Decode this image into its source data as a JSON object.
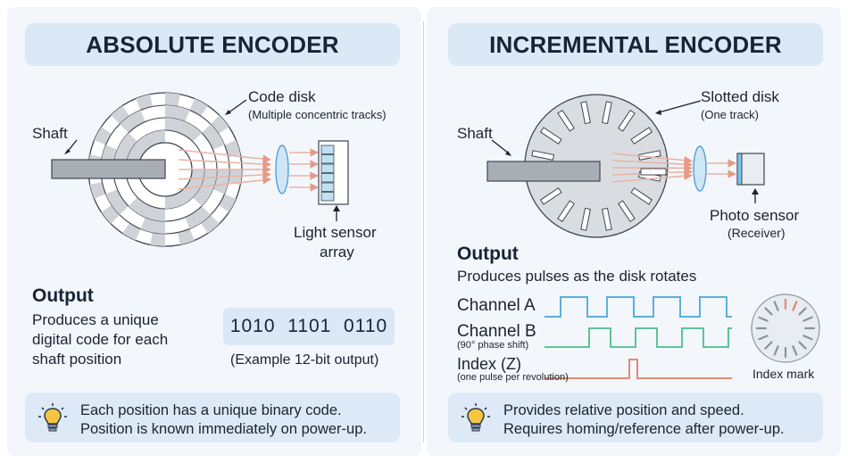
{
  "absolute": {
    "title": "ABSOLUTE ENCODER",
    "shaft_label": "Shaft",
    "disk_label": "Code disk",
    "disk_sub": "(Multiple concentric tracks)",
    "sensor_label_1": "Light sensor",
    "sensor_label_2": "array",
    "output_heading": "Output",
    "output_line_1": "Produces a unique",
    "output_line_2": "digital code for each",
    "output_line_3": "shaft position",
    "code_value": "1010  1101  0110",
    "code_caption": "(Example 12-bit output)",
    "note_line_1": "Each position has a unique binary code.",
    "note_line_2": "Position is known immediately on power-up."
  },
  "incremental": {
    "title": "INCREMENTAL ENCODER",
    "shaft_label": "Shaft",
    "disk_label": "Slotted disk",
    "disk_sub": "(One track)",
    "sensor_label": "Photo sensor",
    "sensor_sub": "(Receiver)",
    "output_heading": "Output",
    "output_sub": "Produces pulses as the disk rotates",
    "channel_a": "Channel A",
    "channel_b": "Channel B",
    "channel_b_sub": "(90° phase shift)",
    "index": "Index (Z)",
    "index_sub": "(one pulse per revolution)",
    "index_mark_label": "Index mark",
    "note_line_1": "Provides relative position and speed.",
    "note_line_2": "Requires homing/reference after power-up."
  },
  "colors": {
    "channel_a": "#5bb0dc",
    "channel_b": "#5cc495",
    "index": "#e08b74",
    "arrow": "#eab3a4",
    "disk": "#d9dde2",
    "sensor": "#bfe1f3"
  }
}
